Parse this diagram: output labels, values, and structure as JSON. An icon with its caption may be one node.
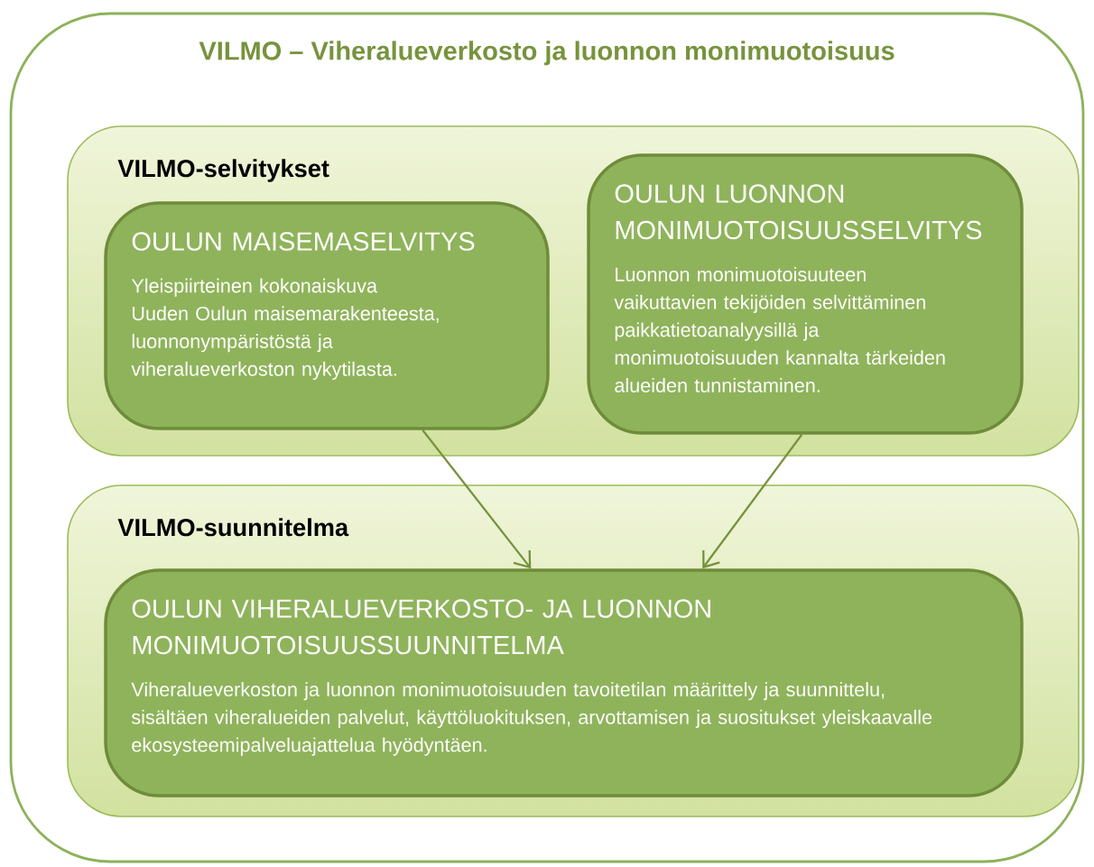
{
  "diagram": {
    "nodes": [
      {
        "text": [
          "VILMO – Viheralueverkosto ja luonnon monimuotoisuus"
        ]
      },
      {
        "text": [
          "VILMO-selvitykset"
        ],
        "in": 0
      },
      {
        "text": [
          "OULUN MAISEMASELVITYS",
          "Yleispiirteinen kokonaiskuva Uuden Oulun maisemarakenteesta, luonnonympäristöstä ja viheralueverkoston nykytilasta."
        ],
        "in": 1
      },
      {
        "text": [
          "OULUN LUONNON MONIMUOTOISUUSSELVITYS",
          "Luonnon monimuotoisuuteen vaikuttavien tekijöiden selvittäminen paikkatietoanalyysillä ja monimuotoisuuden kannalta tärkeiden alueiden tunnistaminen."
        ],
        "in": 1
      },
      {
        "text": [
          "VILMO-suunnitelma"
        ],
        "in": 0
      },
      {
        "text": [
          "OULUN VIHERALUEVERKOSTO- JA LUONNON MONIMUOTOISUUSSUUNNITELMA",
          "Viheralueverkoston ja luonnon monimuotoisuuden tavoitetilan määrittely ja suunnittelu, sisältäen viheralueiden palvelut, käyttöluokituksen, arvottamisen ja suositukset yleiskaavalle ekosysteemipalveluajattelua hyödyntäen."
        ],
        "in": 4
      }
    ],
    "edges": [
      {
        "from": 2,
        "to": 5,
        "arrow": "to"
      },
      {
        "from": 3,
        "to": 5,
        "arrow": "to"
      }
    ]
  }
}
